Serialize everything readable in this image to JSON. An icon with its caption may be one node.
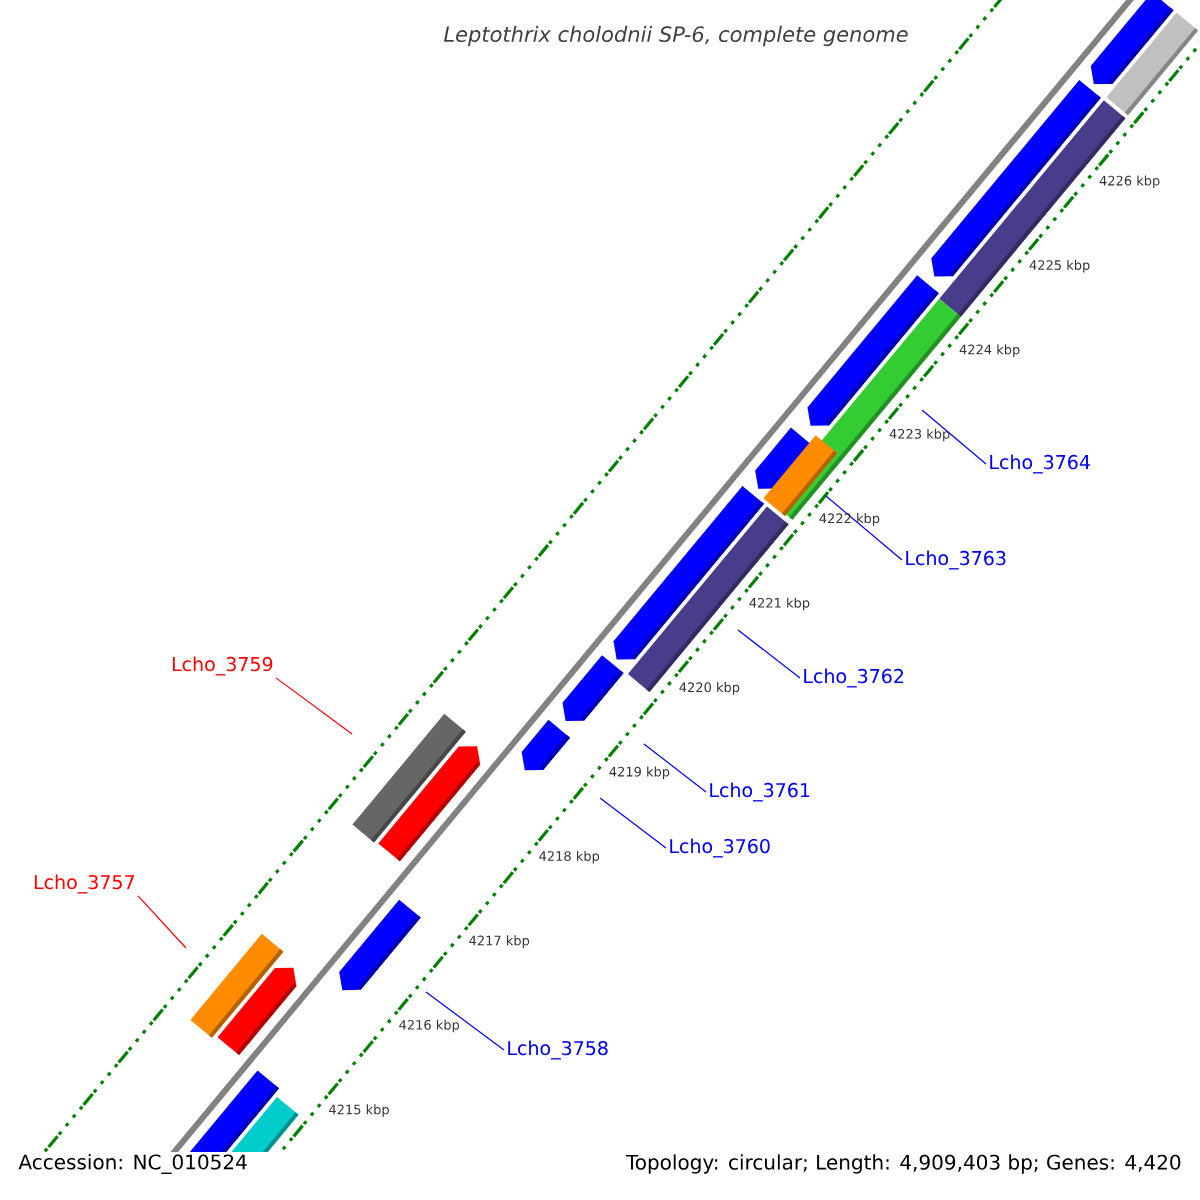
{
  "diagram": {
    "title": "*Leptothrix cholodnii* SP-6, complete genome",
    "nodes": [
      {
        "text": [
          "Lcho_3764"
        ]
      },
      {
        "text": [
          "Lcho_3763"
        ]
      },
      {
        "text": [
          "Lcho_3759"
        ]
      },
      {
        "text": [
          "Lcho_3762"
        ]
      },
      {
        "text": [
          "Lcho_3761"
        ]
      },
      {
        "text": [
          "Lcho_3760"
        ]
      },
      {
        "text": [
          "Lcho_3757"
        ]
      },
      {
        "text": [
          "Lcho_3758"
        ]
      }
    ],
    "edges": [
      {
        "from": 0,
        "to": null,
        "arrow": "none"
      },
      {
        "from": 1,
        "to": null,
        "arrow": "none"
      },
      {
        "from": 2,
        "to": null,
        "arrow": "none",
        "color": "#ff0000"
      },
      {
        "from": 3,
        "to": null,
        "arrow": "none"
      },
      {
        "from": 4,
        "to": null,
        "arrow": "none"
      },
      {
        "from": 5,
        "to": null,
        "arrow": "none"
      },
      {
        "from": 6,
        "to": null,
        "arrow": "none",
        "color": "#ff0000"
      },
      {
        "from": 7,
        "to": null,
        "arrow": "none"
      }
    ],
    "labels": [
      "4226 kbp",
      "4225 kbp",
      "4224 kbp",
      "4223 kbp",
      "4222 kbp",
      "4221 kbp",
      "4220 kbp",
      "4219 kbp",
      "4218 kbp",
      "4217 kbp",
      "4216 kbp",
      "4215 kbp",
      "Accession: NC_010524",
      "Topology: circular; Length: 4,909,403 bp; Genes: 4,420"
    ]
  }
}
